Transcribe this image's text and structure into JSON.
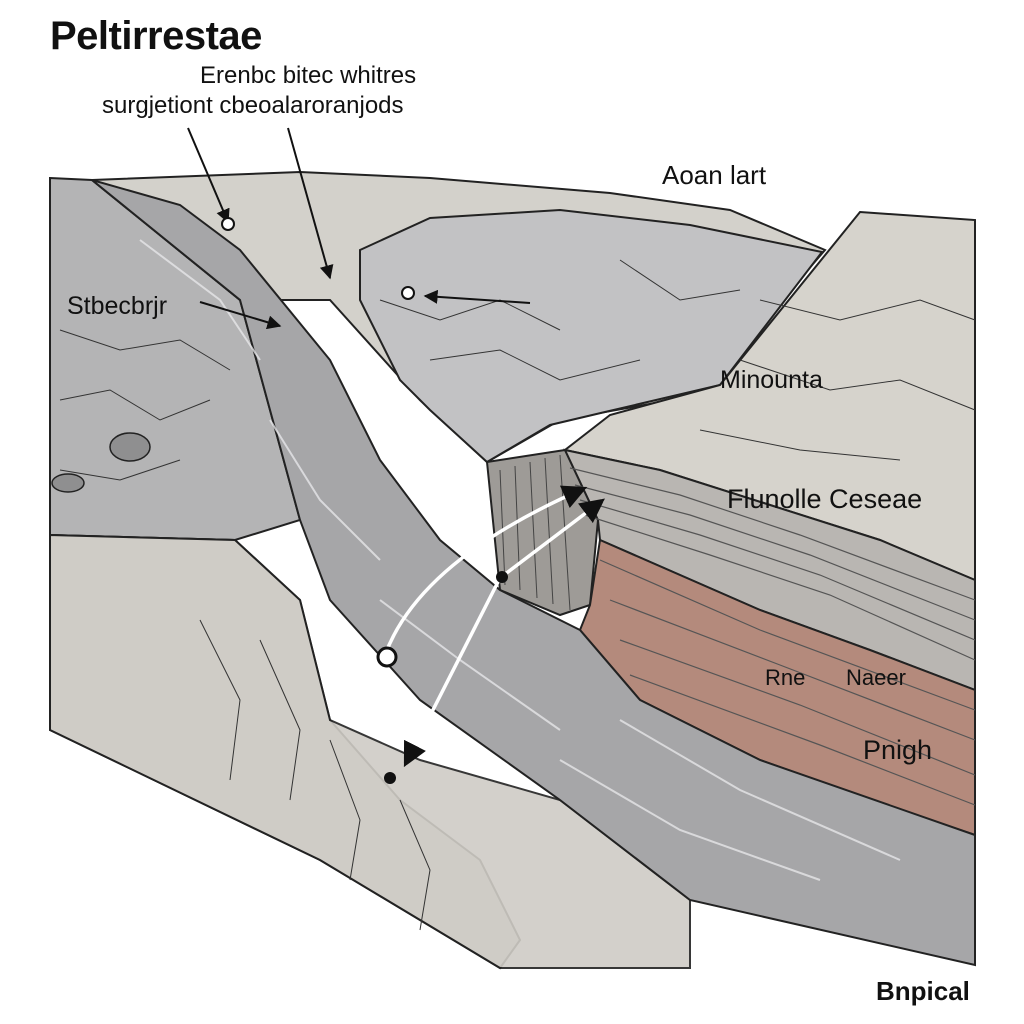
{
  "diagram": {
    "title": "Peltirrestae",
    "subtitle_line1": "Erenbc bitec whitres",
    "subtitle_line2": "surgjetiont cbeoalaroranjods",
    "labels": {
      "top_right": "Aoan lart",
      "left": "Stbecbrjr",
      "mid_right": "Minounta",
      "layer": "Flunolle Ceseae",
      "red_layer_a": "Rne",
      "red_layer_b": "Naeer",
      "bottom_layer": "Pnigh",
      "corner": "Bnpical"
    }
  }
}
